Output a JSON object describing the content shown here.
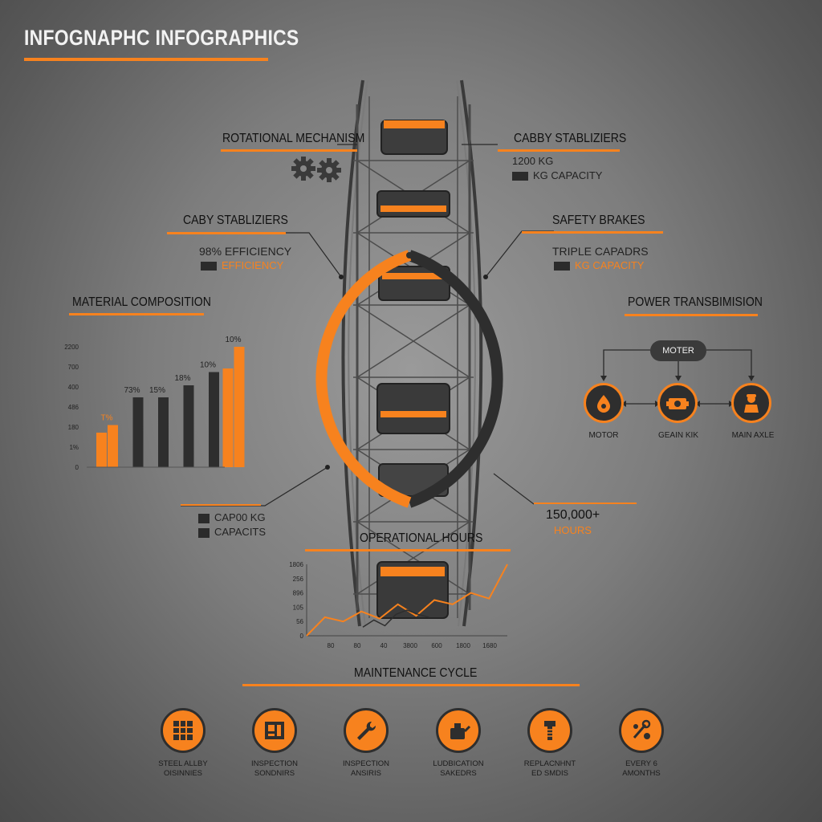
{
  "title": "INFOGNAPHC INFOGRAPHICS",
  "rotational": {
    "heading": "ROTATIONAL MECHANISM",
    "icon": "gears-icon"
  },
  "cabin_stabilizers_top": {
    "heading": "CABBY STABLIZIERS",
    "line1": "1200 KG",
    "line2": "KG CAPACITY"
  },
  "cabin_stabilizers_left": {
    "heading": "CABY STABLIZIERS",
    "line1": "98% EFFICIENCY",
    "line2": "EFFICIENCY"
  },
  "safety_brakes": {
    "heading": "SAFETY BRAKES",
    "line1": "TRIPLE CAPADRS",
    "line2": "KG CAPACITY"
  },
  "material": {
    "heading": "MATERIAL COMPOSITION",
    "colors": {
      "orange": "#f7821e",
      "dark": "#2e2e2e"
    }
  },
  "capacity_left": {
    "line1": "CAP00 KG",
    "line2": "CAPACITS"
  },
  "hours_right": {
    "line1": "150,000+",
    "line2": "HOURS"
  },
  "power": {
    "heading": "POWER TRANSBIMISION",
    "top_node": "MOTER",
    "nodes": [
      {
        "label": "MOTOR",
        "icon": "motor-icon"
      },
      {
        "label": "GEAIN KIK",
        "icon": "gearbox-icon"
      },
      {
        "label": "MAIN AXLE",
        "icon": "worker-icon"
      }
    ]
  },
  "operational": {
    "heading": "OPERATIONAL HOURS"
  },
  "maintenance": {
    "heading": "MAINTENANCE CYCLE",
    "items": [
      {
        "line1": "STEEL ALLBY",
        "line2": "OISINNIES",
        "icon": "grid-panel-icon"
      },
      {
        "line1": "INSPECTION",
        "line2": "SONDNIRS",
        "icon": "inspection-panel-icon"
      },
      {
        "line1": "INSPECTION",
        "line2": "ANSIRIS",
        "icon": "wrench-icon"
      },
      {
        "line1": "LUDBICATION",
        "line2": "SAKEDRS",
        "icon": "oil-can-icon"
      },
      {
        "line1": "REPLACNHNT",
        "line2": "ED SMDIS",
        "icon": "bolt-icon"
      },
      {
        "line1": "EVERY 6",
        "line2": "AMONTHS",
        "icon": "tools-icon"
      }
    ]
  },
  "chart_data": [
    {
      "type": "bar",
      "title": "MATERIAL COMPOSITION",
      "ytick_labels": [
        "2200",
        "700",
        "400",
        "486",
        "180",
        "1%",
        "0"
      ],
      "data_labels": [
        "T%",
        "73%",
        "15%",
        "18%",
        "10%",
        "10%"
      ],
      "series": [
        {
          "values": [
            35,
            58,
            58,
            68,
            79,
            100
          ]
        }
      ],
      "ylim": [
        0,
        100
      ]
    },
    {
      "type": "line",
      "title": "OPERATIONAL HOURS",
      "xtick_labels": [
        "80",
        "80",
        "40",
        "3800",
        "600",
        "1800",
        "1680"
      ],
      "ytick_labels": [
        "1806",
        "256",
        "896",
        "105",
        "56",
        "0"
      ],
      "series": [
        {
          "name": "orange",
          "values": [
            0,
            26,
            20,
            34,
            24,
            44,
            28,
            50,
            44,
            60,
            52,
            100
          ]
        },
        {
          "name": "dark",
          "values": [
            12,
            22,
            14,
            30,
            36,
            30,
            26
          ]
        }
      ],
      "ylim": [
        0,
        100
      ]
    }
  ]
}
